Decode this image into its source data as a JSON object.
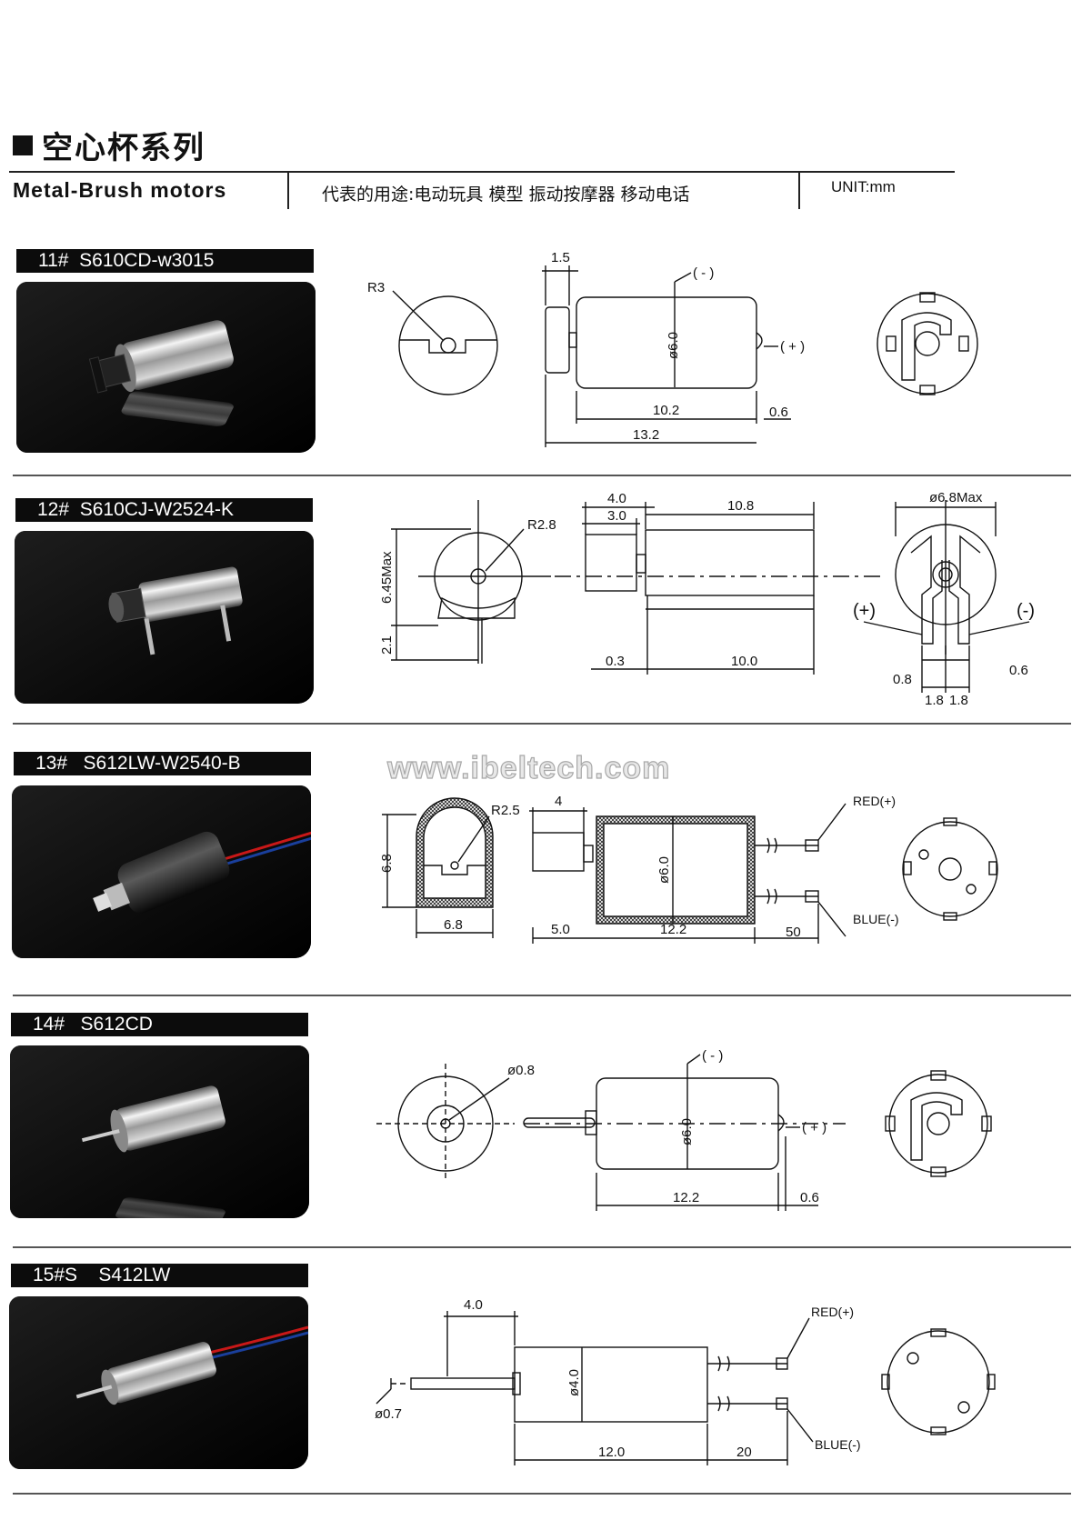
{
  "header": {
    "title": "空心杯系列",
    "subtitle": "Metal-Brush motors",
    "usage": "代表的用途:电动玩具 模型 振动按摩器 移动电话",
    "unit": "UNIT:mm"
  },
  "watermark": "www.ibeltech.com",
  "icons": {
    "title_marker": "black-square-icon"
  },
  "colors": {
    "wire_red": "#c81818",
    "wire_blue": "#1a3f9c",
    "label_bg": "#0c0c0c"
  },
  "products": [
    {
      "label": "11#  S610CD-w3015",
      "dims": {
        "r": "R3",
        "len1": "1.5",
        "minus": "( - )",
        "dia": "ø6.0",
        "plus": "( + )",
        "len2": "10.2",
        "len3": "0.6",
        "len4": "13.2"
      }
    },
    {
      "label": "12#  S610CJ-W2524-K",
      "dims": {
        "h1": "6.45Max",
        "h2": "2.1",
        "r": "R2.8",
        "len1": "4.0",
        "len2": "3.0",
        "len3": "10.8",
        "len4": "0.3",
        "len5": "10.0",
        "dia": "ø6.8Max",
        "plus": "(+)",
        "minus": "(-)",
        "w1": "0.8",
        "w2": "0.6",
        "w3": "1.8",
        "w4": "1.8"
      }
    },
    {
      "label": "13#   S612LW-W2540-B",
      "dims": {
        "h": "6.8",
        "r": "R2.5",
        "len1": "4",
        "w": "6.8",
        "dia": "ø6.0",
        "len2": "5.0",
        "len3": "12.2",
        "len4": "50",
        "red": "RED(+)",
        "blue": "BLUE(-)"
      }
    },
    {
      "label": "14#   S612CD",
      "dims": {
        "dia_shaft": "ø0.8",
        "minus": "( - )",
        "dia": "ø6.0",
        "plus": "( + )",
        "len1": "12.2",
        "len2": "0.6"
      }
    },
    {
      "label": "15#S    S412LW",
      "dims": {
        "len1": "4.0",
        "red": "RED(+)",
        "dia": "ø4.0",
        "dia_shaft": "ø0.7",
        "len2": "12.0",
        "len3": "20",
        "blue": "BLUE(-)"
      }
    }
  ]
}
